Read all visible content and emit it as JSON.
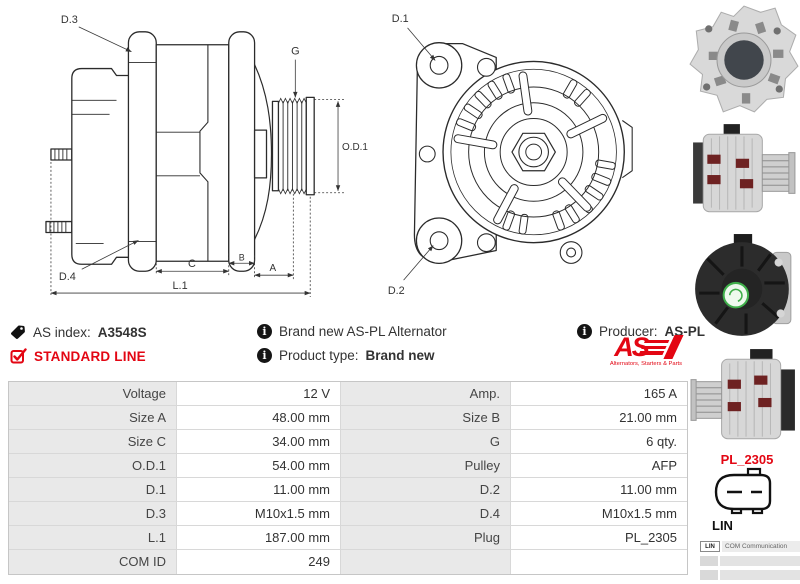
{
  "colors": {
    "accent_red": "#e30613",
    "drawing_line": "#2b2b2b",
    "table_label_bg": "#e9e9e9",
    "table_border": "#d8d8d8"
  },
  "icons": {
    "info_glyph": "i"
  },
  "drawings": {
    "side_view": {
      "d3": "D.3",
      "g": "G",
      "od1": "O.D.1",
      "d4": "D.4",
      "c": "C",
      "b": "B",
      "a": "A",
      "l1": "L.1"
    },
    "front_view": {
      "d1": "D.1",
      "d2": "D.2"
    }
  },
  "info_bar": {
    "as_index_label": "AS index:",
    "as_index_value": "A3548S",
    "standard_line": "STANDARD LINE",
    "brand_new_text": "Brand new AS-PL Alternator",
    "product_type_label": "Product type:",
    "product_type_value": "Brand new",
    "producer_label": "Producer:",
    "producer_value": "AS-PL",
    "logo_text": "AS",
    "logo_subtext": "Alternators, Starters & Parts"
  },
  "spec_table": {
    "rows": [
      {
        "l1": "Voltage",
        "v1": "12 V",
        "l2": "Amp.",
        "v2": "165 A"
      },
      {
        "l1": "Size A",
        "v1": "48.00 mm",
        "l2": "Size B",
        "v2": "21.00 mm"
      },
      {
        "l1": "Size C",
        "v1": "34.00 mm",
        "l2": "G",
        "v2": "6 qty."
      },
      {
        "l1": "O.D.1",
        "v1": "54.00 mm",
        "l2": "Pulley",
        "v2": "AFP"
      },
      {
        "l1": "D.1",
        "v1": "11.00 mm",
        "l2": "D.2",
        "v2": "11.00 mm"
      },
      {
        "l1": "D.3",
        "v1": "M10x1.5 mm",
        "l2": "D.4",
        "v2": "M10x1.5 mm"
      },
      {
        "l1": "L.1",
        "v1": "187.00 mm",
        "l2": "Plug",
        "v2": "PL_2305"
      },
      {
        "l1": "COM ID",
        "v1": "249",
        "l2": "",
        "v2": ""
      }
    ]
  },
  "plug": {
    "code": "PL_2305",
    "connector_label": "LIN",
    "legend_key": "LIN",
    "legend_desc": "COM Communication"
  }
}
